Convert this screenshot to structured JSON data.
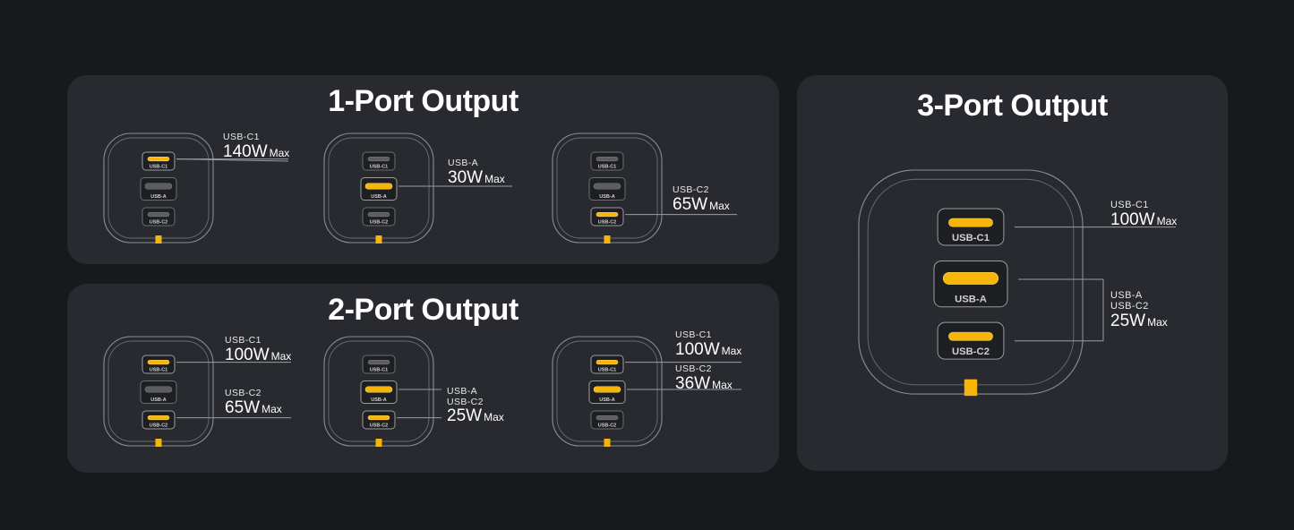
{
  "panels": {
    "one_port": {
      "title": "1-Port Output",
      "configs": [
        {
          "active": [
            "c1"
          ],
          "labels": [
            {
              "ports": [
                "USB-C1"
              ],
              "watt": "140W",
              "max": "Max"
            }
          ]
        },
        {
          "active": [
            "a"
          ],
          "labels": [
            {
              "ports": [
                "USB-A"
              ],
              "watt": "30W",
              "max": "Max"
            }
          ]
        },
        {
          "active": [
            "c2"
          ],
          "labels": [
            {
              "ports": [
                "USB-C2"
              ],
              "watt": "65W",
              "max": "Max"
            }
          ]
        }
      ]
    },
    "two_port": {
      "title": "2-Port Output",
      "configs": [
        {
          "active": [
            "c1",
            "c2"
          ],
          "labels": [
            {
              "ports": [
                "USB-C1"
              ],
              "watt": "100W",
              "max": "Max"
            },
            {
              "ports": [
                "USB-C2"
              ],
              "watt": "65W",
              "max": "Max"
            }
          ]
        },
        {
          "active": [
            "a",
            "c2"
          ],
          "labels": [
            {
              "ports": [
                "USB-A",
                "USB-C2"
              ],
              "watt": "25W",
              "max": "Max"
            }
          ]
        },
        {
          "active": [
            "c1",
            "a"
          ],
          "labels": [
            {
              "ports": [
                "USB-C1"
              ],
              "watt": "100W",
              "max": "Max"
            },
            {
              "ports": [
                "USB-C2"
              ],
              "watt": "36W",
              "max": "Max"
            }
          ]
        }
      ]
    },
    "three_port": {
      "title": "3-Port Output",
      "labels": [
        {
          "ports": [
            "USB-C1"
          ],
          "watt": "100W",
          "max": "Max"
        },
        {
          "ports": [
            "USB-A",
            "USB-C2"
          ],
          "watt": "25W",
          "max": "Max"
        }
      ]
    }
  },
  "port_names": {
    "c1": "USB-C1",
    "a": "USB-A",
    "c2": "USB-C2"
  },
  "colors": {
    "background": "#18191c",
    "panel": "#282a2f",
    "accent": "#f5b50a",
    "outline": "#8a8c91",
    "inactive_port": "#5b5d62"
  }
}
